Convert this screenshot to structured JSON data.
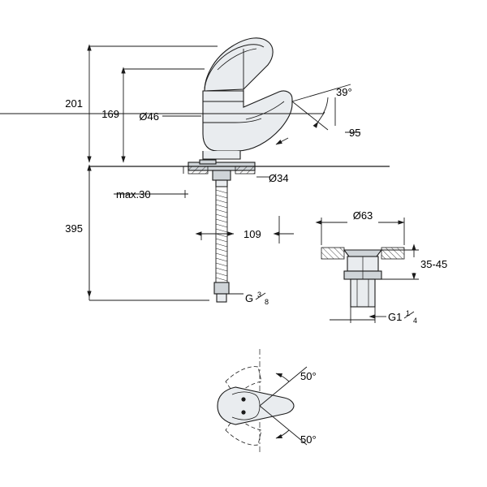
{
  "diagram": {
    "title": "Single-lever basin mixer technical dimension drawing",
    "units": "mm",
    "labels": {
      "height_total": "201",
      "height_spout": "169",
      "diameter_base": "Ø46",
      "angle_spout": "39°",
      "reach": "95",
      "diameter_shank": "Ø34",
      "max_thickness": "max.30",
      "height_overall": "395",
      "depth": "109",
      "thread_supply": "G",
      "thread_supply_num": "3",
      "thread_supply_den": "8",
      "diameter_waste": "Ø63",
      "waste_range": "35-45",
      "thread_waste": "G1",
      "thread_waste_num": "1",
      "thread_waste_den": "4",
      "swivel_left": "50°",
      "swivel_right": "50°"
    }
  },
  "colors": {
    "line": "#1a1a1a",
    "fill_light": "#e9ecef",
    "fill_mid": "#cfd4d8",
    "white": "#ffffff"
  }
}
